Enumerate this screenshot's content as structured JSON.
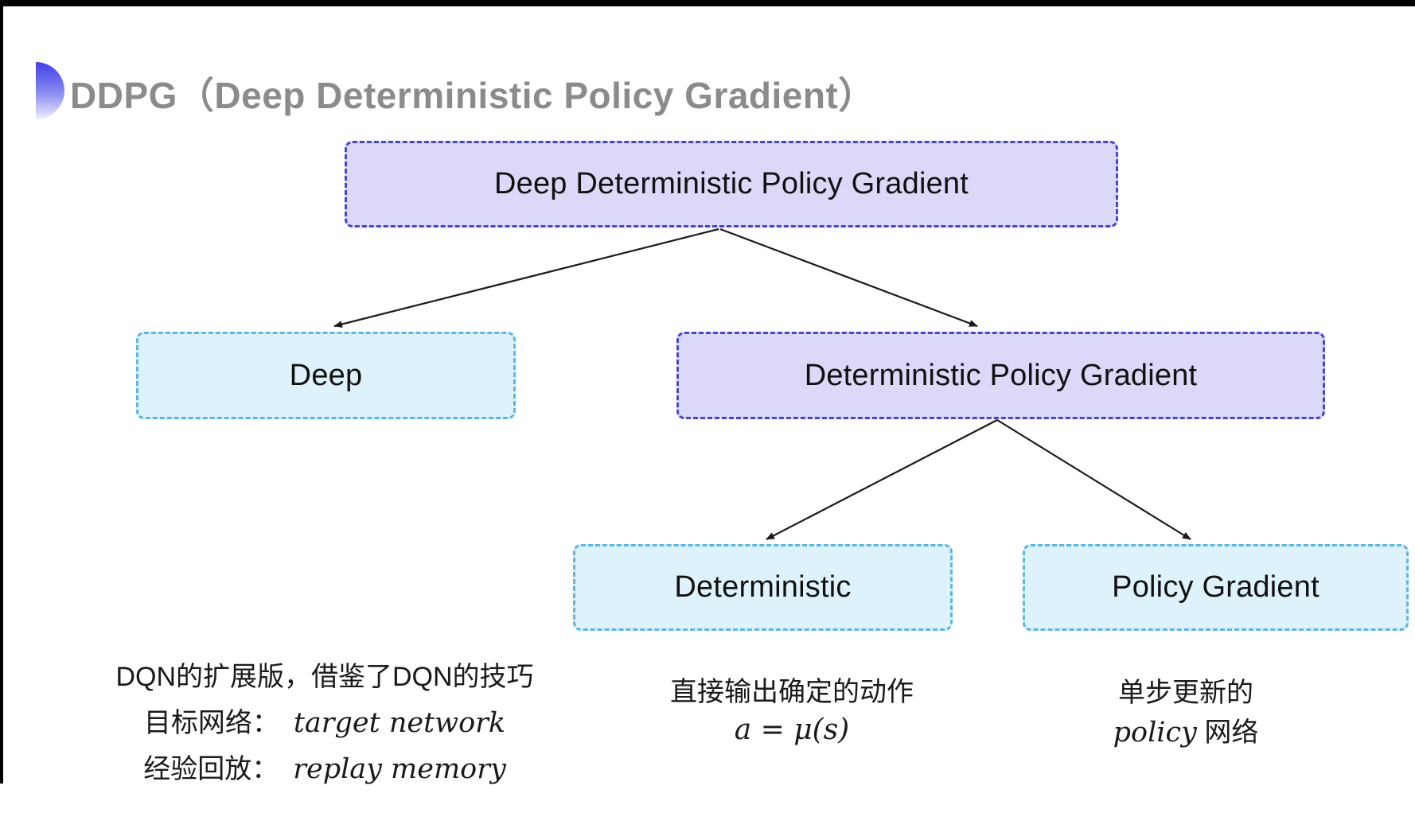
{
  "page": {
    "background": "#ffffff",
    "edge_bar_color": "#000000"
  },
  "header": {
    "title": "DDPG（Deep Deterministic Policy Gradient）",
    "title_color": "#8b8b8b",
    "bullet_icon": {
      "name": "half-circle-bullet",
      "gradient_top": "#3f3fe8",
      "gradient_bottom": "#efeefe"
    }
  },
  "diagram": {
    "colors": {
      "purple_fill": "#dbd8f8",
      "purple_border": "#4645d3",
      "cyan_fill": "#def2fb",
      "cyan_border": "#5bb6e3",
      "arrow": "#1a1a1a",
      "node_text": "#111111"
    },
    "nodes": [
      {
        "id": "ddpg",
        "label": "Deep Deterministic Policy Gradient",
        "variant": "purple"
      },
      {
        "id": "deep",
        "label": "Deep",
        "variant": "cyan"
      },
      {
        "id": "dpg",
        "label": "Deterministic Policy Gradient",
        "variant": "purple"
      },
      {
        "id": "deterministic",
        "label": "Deterministic",
        "variant": "cyan"
      },
      {
        "id": "policy-gradient",
        "label": "Policy Gradient",
        "variant": "cyan"
      }
    ],
    "edges": [
      {
        "from": "ddpg",
        "to": "deep"
      },
      {
        "from": "ddpg",
        "to": "dpg"
      },
      {
        "from": "dpg",
        "to": "deterministic"
      },
      {
        "from": "dpg",
        "to": "policy-gradient"
      }
    ]
  },
  "notes": {
    "left": {
      "line1": "DQN的扩展版，借鉴了DQN的技巧",
      "line2_label": "目标网络：",
      "line2_term": "target network",
      "line3_label": "经验回放：",
      "line3_term": "replay memory"
    },
    "middle": {
      "line1": "直接输出确定的动作",
      "formula": "a = μ(s)"
    },
    "right": {
      "line1": "单步更新的",
      "line2_term": "policy",
      "line2_suffix": " 网络"
    }
  }
}
